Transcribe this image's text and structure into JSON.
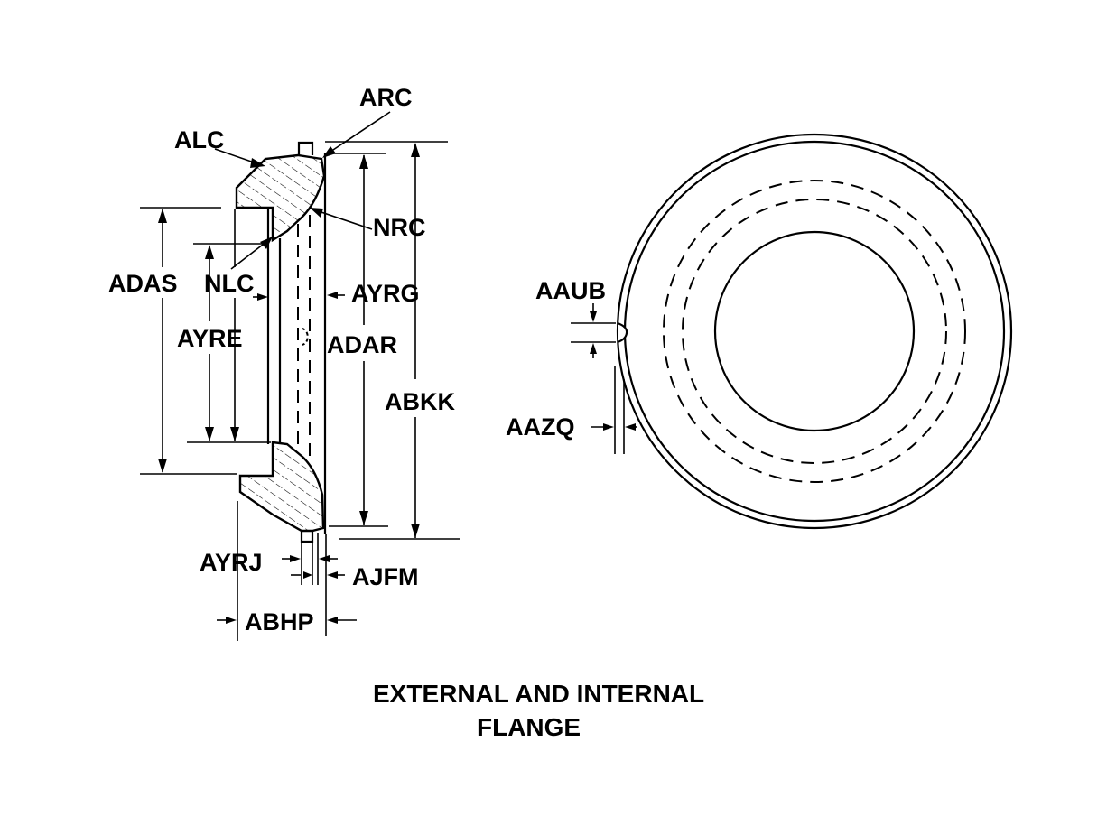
{
  "labels": {
    "arc": "ARC",
    "alc": "ALC",
    "nrc": "NRC",
    "adas": "ADAS",
    "nlc": "NLC",
    "ayrg": "AYRG",
    "ayre": "AYRE",
    "adar": "ADAR",
    "abkk": "ABKK",
    "ayrj": "AYRJ",
    "ajfm": "AJFM",
    "abhp": "ABHP",
    "aaub": "AAUB",
    "aazq": "AAZQ"
  },
  "caption": {
    "line1": "EXTERNAL AND INTERNAL",
    "line2": "FLANGE"
  }
}
